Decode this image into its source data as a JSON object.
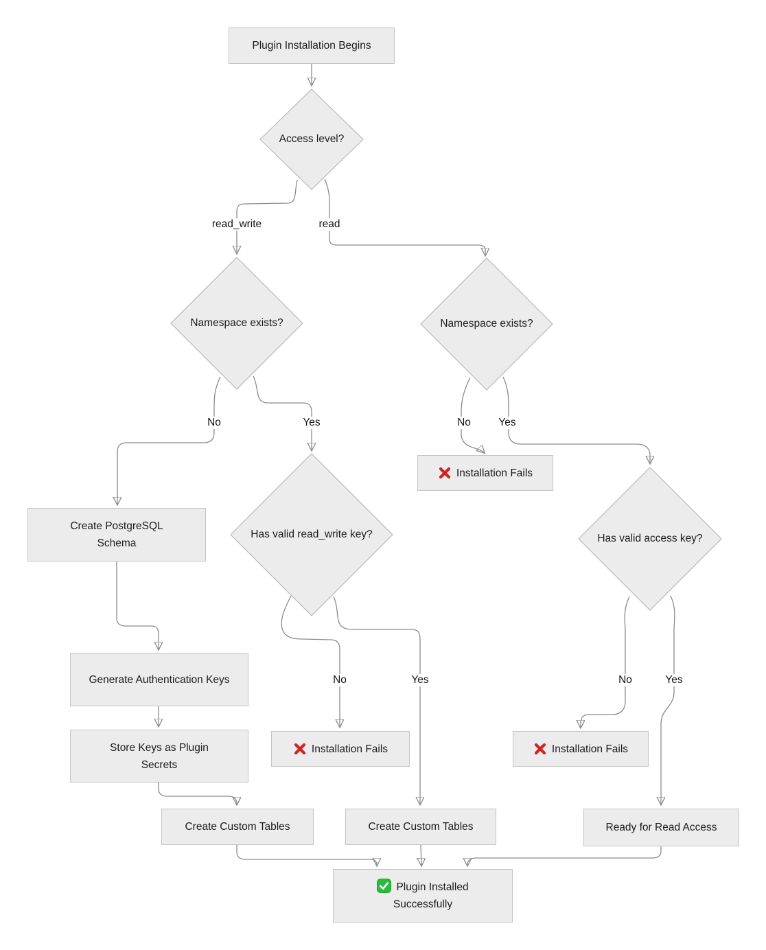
{
  "diagram": {
    "type": "flowchart",
    "colors": {
      "node_fill": "#ececec",
      "node_border": "#c4c4c4",
      "edge": "#8a8a8a",
      "arrowhead": "#6e6e6e",
      "text": "#1c1c1c",
      "fail_icon_red": "#d42121",
      "success_icon_green": "#2dbb3f",
      "edge_label_background": "#ffffff"
    },
    "nodes": {
      "start": {
        "label": "Plugin Installation Begins"
      },
      "access_level": {
        "label": "Access level?"
      },
      "namespace_left": {
        "label": "Namespace exists?"
      },
      "namespace_right": {
        "label": "Namespace exists?"
      },
      "install_fails_read": {
        "label": "Installation Fails",
        "icon": "cross-mark"
      },
      "create_schema": {
        "label": "Create PostgreSQL Schema"
      },
      "has_rw_key": {
        "label": "Has valid read_write key?"
      },
      "has_access_key": {
        "label": "Has valid access key?"
      },
      "generate_keys": {
        "label": "Generate Authentication Keys"
      },
      "store_keys": {
        "label": "Store Keys as Plugin Secrets"
      },
      "install_fails_rw": {
        "label": "Installation Fails",
        "icon": "cross-mark"
      },
      "install_fails_access": {
        "label": "Installation Fails",
        "icon": "cross-mark"
      },
      "create_tables_left": {
        "label": "Create Custom Tables"
      },
      "create_tables_mid": {
        "label": "Create Custom Tables"
      },
      "ready_read_access": {
        "label": "Ready for Read Access"
      },
      "success": {
        "label": "Plugin Installed Successfully",
        "icon": "check-mark"
      }
    },
    "edge_labels": {
      "read_write": "read_write",
      "read": "read",
      "no": "No",
      "yes": "Yes"
    }
  }
}
